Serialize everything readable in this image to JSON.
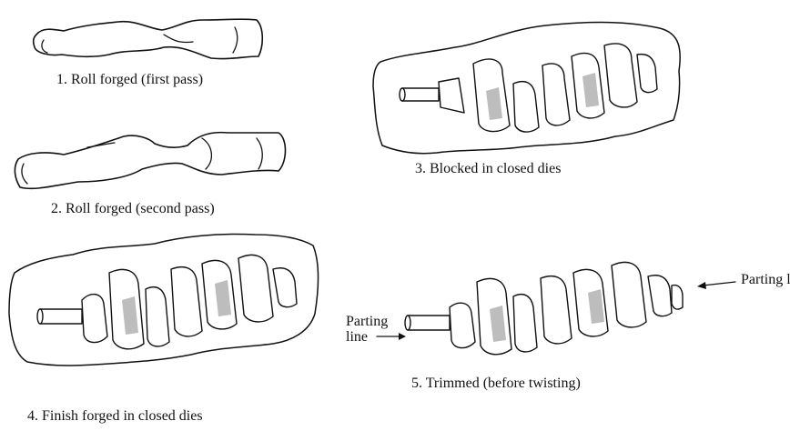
{
  "figure": {
    "steps": [
      {
        "caption": "1.  Roll forged (first pass)"
      },
      {
        "caption": "2.  Roll forged (second pass)"
      },
      {
        "caption": "3.  Blocked in closed dies"
      },
      {
        "caption": "4.  Finish forged in closed dies"
      },
      {
        "caption": "5.  Trimmed (before twisting)"
      }
    ],
    "labels": {
      "parting_line_right": "Parting line",
      "parting_line_left": "Parting\nline"
    }
  }
}
